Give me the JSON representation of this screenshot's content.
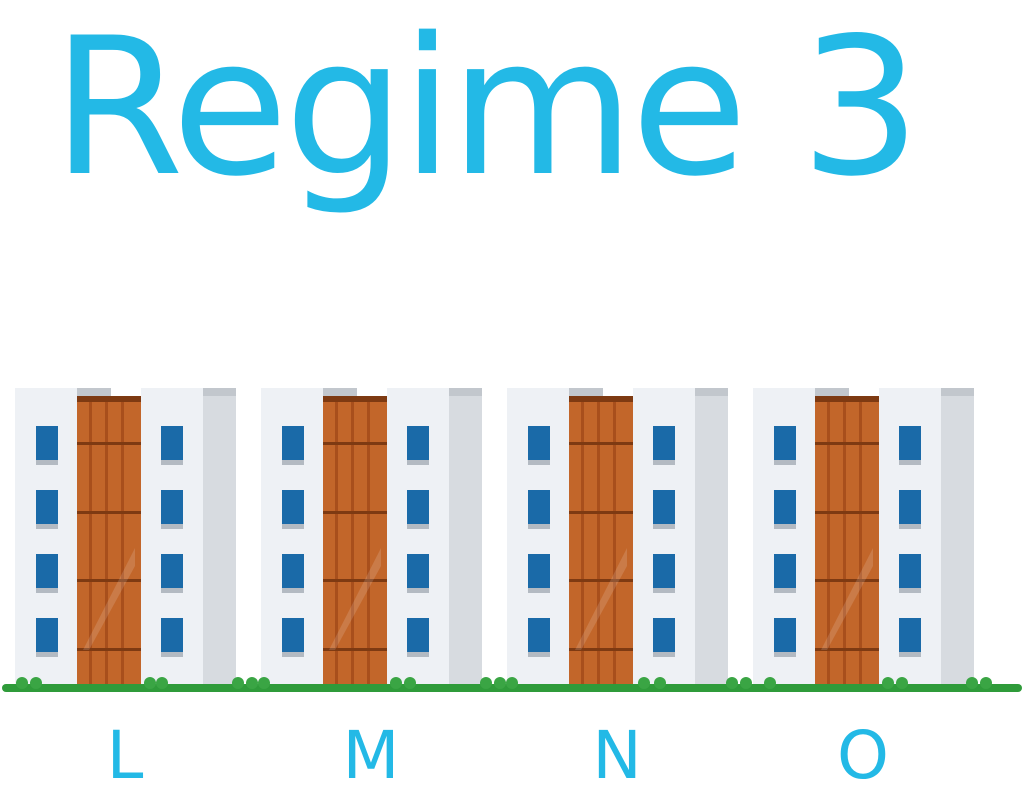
{
  "title": "Regime 3",
  "buildings": [
    {
      "label": "L"
    },
    {
      "label": "M"
    },
    {
      "label": "N"
    },
    {
      "label": "O"
    }
  ],
  "colors": {
    "accent": "#23b9e6",
    "wall": "#eef1f5",
    "wall_shade": "#d7dbe0",
    "roof": "#c2c7cd",
    "window": "#1a6aa8",
    "window_sill": "#b3bac2",
    "core": "#c2662a",
    "core_dark": "#a84f1c",
    "core_line": "#7e3a12",
    "ground": "#2f9b3a",
    "bush": "#3aa544"
  }
}
